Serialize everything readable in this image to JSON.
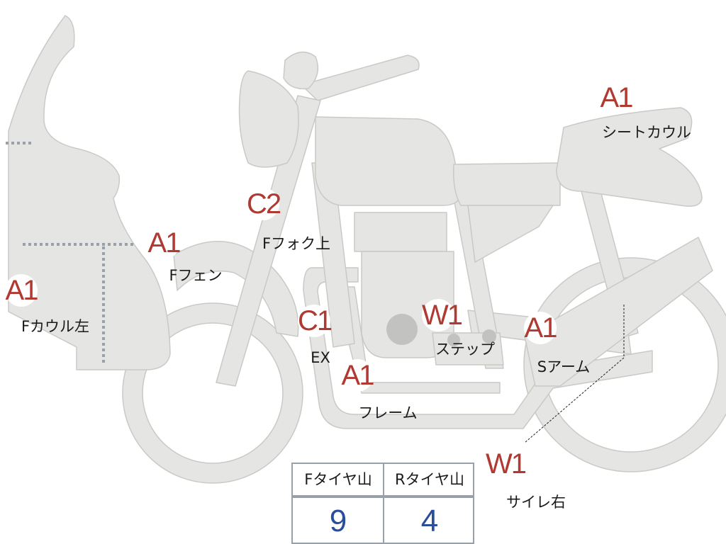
{
  "colors": {
    "body": "#e5e5e3",
    "outline": "#c9c9c6",
    "dark": "#c2c2c0",
    "marker_text": "#b03a32",
    "value_text": "#2a4d9c"
  },
  "markers": [
    {
      "code": "A1",
      "label": "Fカウル左"
    },
    {
      "code": "A1",
      "label": "Fフェン"
    },
    {
      "code": "C2",
      "label": "Fフォク上"
    },
    {
      "code": "C1",
      "label": "EX"
    },
    {
      "code": "A1",
      "label": "フレーム"
    },
    {
      "code": "W1",
      "label": "ステップ"
    },
    {
      "code": "A1",
      "label": "Sアーム"
    },
    {
      "code": "A1",
      "label": "シートカウル"
    },
    {
      "code": "W1",
      "label": "サイレ右"
    }
  ],
  "tread_table": {
    "headers": [
      "Fタイヤ山",
      "Rタイヤ山"
    ],
    "values": [
      "9",
      "4"
    ]
  }
}
